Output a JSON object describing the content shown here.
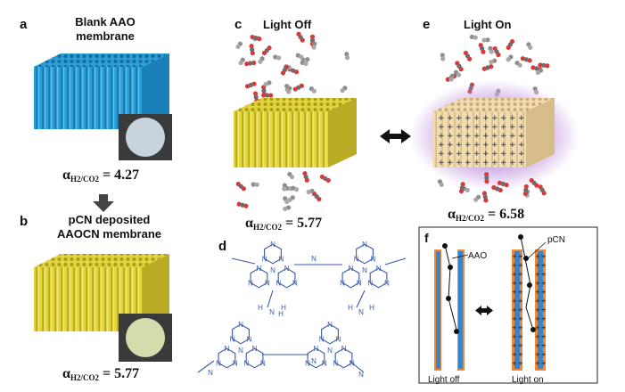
{
  "panels": {
    "a": {
      "letter": "a",
      "title_line1": "Blank AAO",
      "title_line2": "membrane",
      "alpha_sub": "H2/CO2",
      "alpha_value": "4.27"
    },
    "b": {
      "letter": "b",
      "title_line1": "pCN deposited",
      "title_line2": "AAOCN membrane",
      "alpha_sub": "H2/CO2",
      "alpha_value": "5.77"
    },
    "c": {
      "letter": "c",
      "title": "Light Off",
      "alpha_sub": "H2/CO2",
      "alpha_value": "5.77"
    },
    "d": {
      "letter": "d"
    },
    "e": {
      "letter": "e",
      "title": "Light On",
      "alpha_sub": "H2/CO2",
      "alpha_value": "6.58"
    },
    "f": {
      "letter": "f",
      "label_aao": "AAO",
      "label_pcn": "pCN",
      "caption_off": "Light off",
      "caption_on": "Light on"
    }
  },
  "structure": {
    "atom_n": "N",
    "atom_h": "H"
  },
  "colors": {
    "aao_blue": "#2a9fd6",
    "pcn_yellow": "#e2d43a",
    "glow_purple": "#c49be0",
    "pore_orange": "#f0883a",
    "pore_blue": "#3d82c4",
    "h2_gray": "#8e8e8e",
    "co2_red": "#d63a3a",
    "bond_blue": "#3a5aa8"
  }
}
